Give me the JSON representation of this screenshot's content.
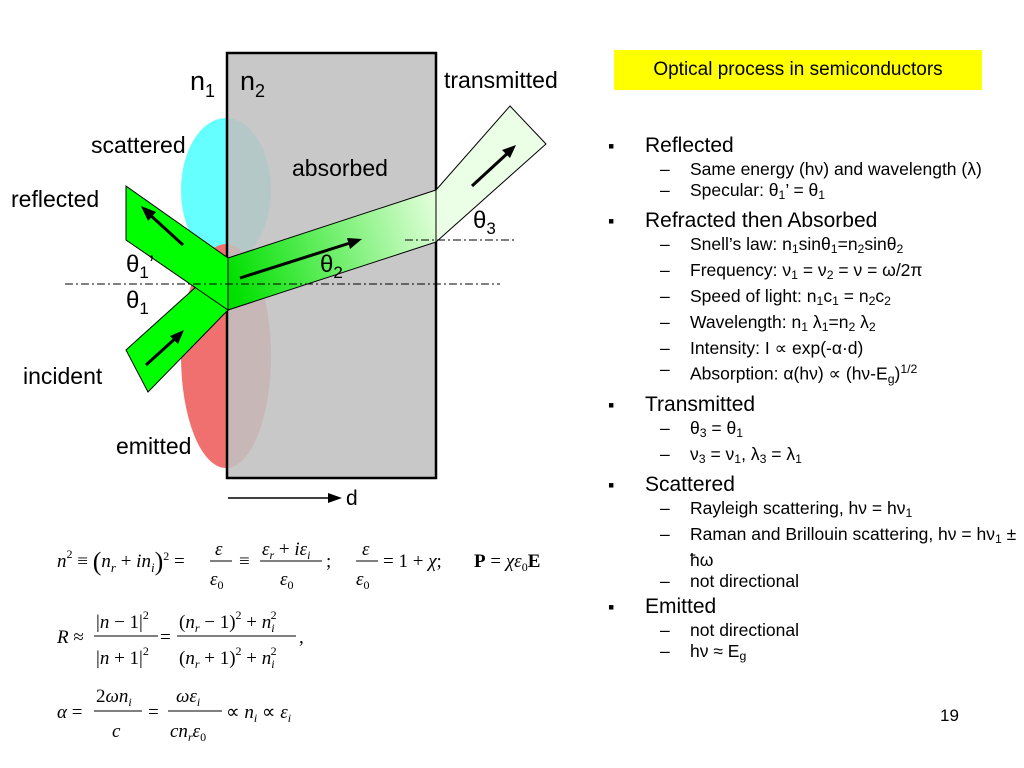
{
  "title": "Optical process in semiconductors",
  "page_number": "19",
  "diagram": {
    "n1": "n",
    "n1_sub": "1",
    "n2": "n",
    "n2_sub": "2",
    "transmitted": "transmitted",
    "scattered": "scattered",
    "absorbed": "absorbed",
    "reflected": "reflected",
    "incident": "incident",
    "emitted": "emitted",
    "theta": "θ",
    "theta3_sub": "3",
    "theta2_sub": "2",
    "theta1p_sub": "1",
    "theta1p_prime": "’",
    "theta1_sub": "1",
    "d": "d"
  },
  "equations": {
    "eq1": "n² ≡ (n_r + in_i)² = ε/ε₀ ≡ (ε_r + iε_i)/ε₀ ;   ε/ε₀ = 1 + χ;   P = χε₀E",
    "eq2": "R ≈ |n − 1|² / |n + 1|² = ((n_r − 1)² + n_i²) / ((n_r + 1)² + n_i²) ,",
    "eq3": "α = 2ωn_i / c = ωε_i / (cn_r ε₀) ∝ n_i ∝ ε_i"
  },
  "bullets": [
    {
      "label": "Reflected",
      "items": [
        "Same energy (hν) and wavelength (λ)",
        "Specular: θ₁’ = θ₁"
      ]
    },
    {
      "label": "Refracted then Absorbed",
      "items": [
        "Snell’s law: n₁sinθ₁=n₂sinθ₂",
        "Frequency: ν₁ = ν₂ = ν = ω/2π",
        "Speed of light: n₁c₁ = n₂c₂",
        "Wavelength: n₁ λ₁=n₂ λ₂",
        "Intensity: I ∝ exp(-α·d)",
        "Absorption: α(hν) ∝ (hν-E_g)^1/2"
      ]
    },
    {
      "label": "Transmitted",
      "items": [
        "θ₃ = θ₁",
        "ν₃ = ν₁, λ₃ = λ₁"
      ]
    },
    {
      "label": "Scattered",
      "items": [
        "Rayleigh scattering, hν = hν₁",
        "Raman and Brillouin scattering, hν = hν₁ ± ħω",
        "not directional"
      ]
    },
    {
      "label": "Emitted",
      "items": [
        "not directional",
        "hν ≈ E_g"
      ]
    }
  ],
  "colors": {
    "slab": "#c0c0c0",
    "green": "#00ff00",
    "cyan": "#66ffff",
    "red": "#f07070",
    "title_bg": "#ffff00"
  }
}
